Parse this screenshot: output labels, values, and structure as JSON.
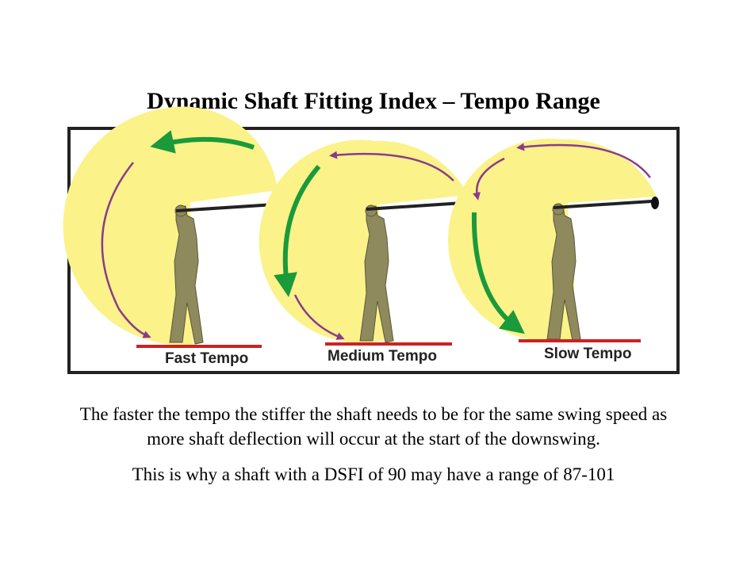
{
  "title": "Dynamic Shaft Fitting Index – Tempo Range",
  "panels": [
    {
      "label": "Fast Tempo"
    },
    {
      "label": "Medium Tempo"
    },
    {
      "label": "Slow Tempo"
    }
  ],
  "caption_line_1": "The faster the tempo the stiffer the shaft needs to be for the same swing speed as more shaft deflection will occur at the start of the downswing.",
  "caption_line_2": "This is why a shaft with a DSFI of 90 may have a range of 87-101",
  "colors": {
    "arc_fill": "#fbf28a",
    "golfer": "#8e8a5d",
    "ground_line": "#cc2222",
    "downswing_arrow": "#1a9a3a",
    "backswing_arrow": "#8a3b8a",
    "frame": "#222222"
  }
}
